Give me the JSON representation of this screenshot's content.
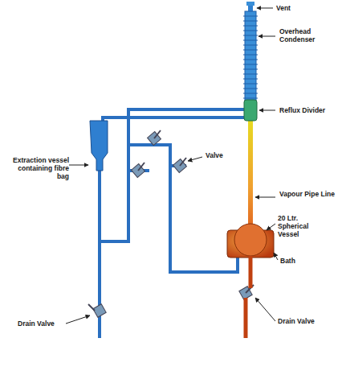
{
  "diagram": {
    "labels": [
      "Vent",
      "Overhead Condenser",
      "Reflux Divider",
      "Extraction vessel containing fibre bag",
      "Valve",
      "Vapour Pipe Line",
      "20 Ltr. Spherical Vessel",
      "Bath",
      "Drain Valve",
      "Drain Valve"
    ]
  }
}
